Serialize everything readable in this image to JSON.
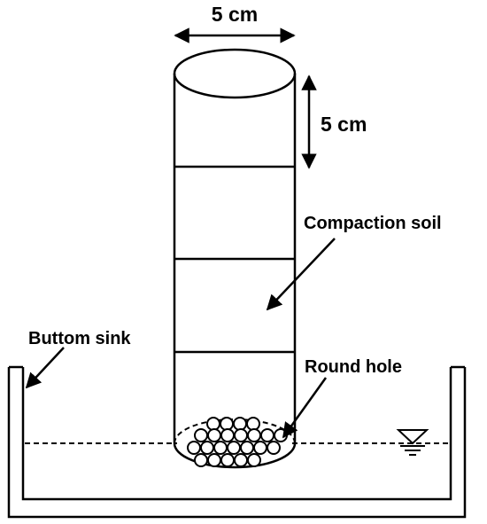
{
  "labels": {
    "width_dimension": "5 cm",
    "height_dimension": "5 cm",
    "compaction_soil": "Compaction soil",
    "bottom_sink": "Buttom sink",
    "round_hole": "Round hole"
  },
  "colors": {
    "stroke": "#000000",
    "background": "#ffffff"
  },
  "icons": {
    "water_level": "water-level-symbol"
  }
}
